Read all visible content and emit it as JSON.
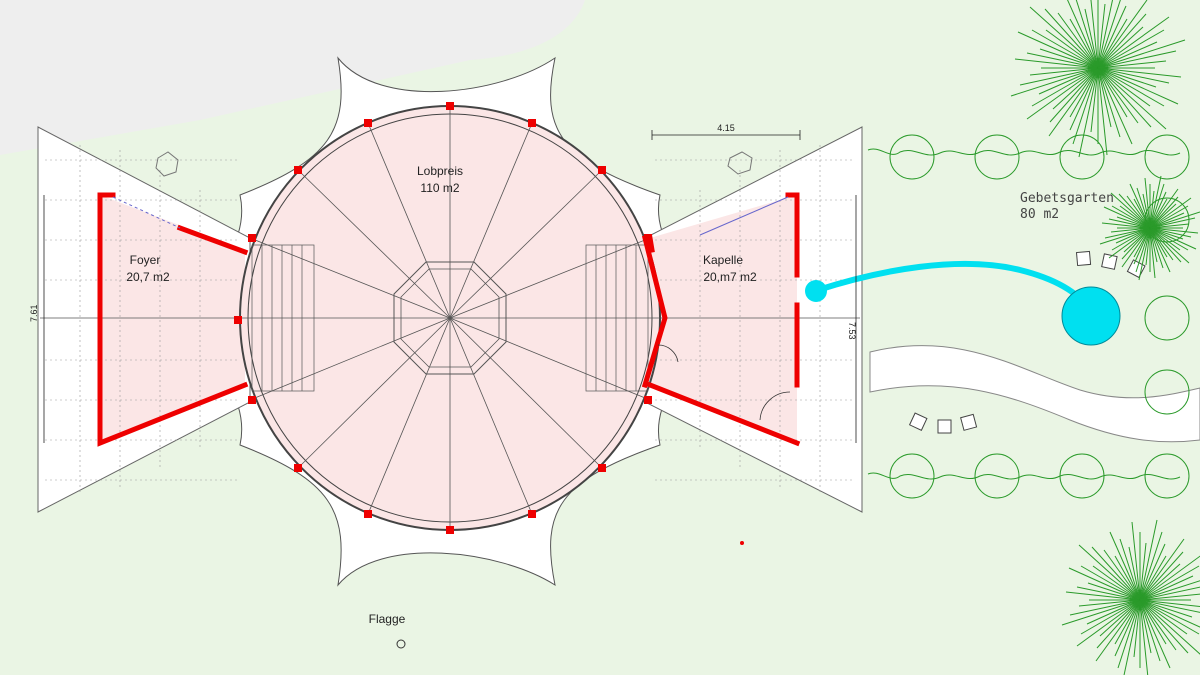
{
  "rooms": {
    "lobpreis": {
      "name": "Lobpreis",
      "area": "110 m2"
    },
    "foyer": {
      "name": "Foyer",
      "area": "20,7 m2"
    },
    "kapelle": {
      "name": "Kapelle",
      "area": "20,m7 m2"
    },
    "gebetsgarten": {
      "name": "Gebetsgarten",
      "area": "80 m2"
    }
  },
  "labels": {
    "flagge": "Flagge"
  },
  "dimensions": {
    "top_width": "4.15",
    "left_height": "7.61",
    "right_height": "7.53"
  },
  "colors": {
    "background": "#eaf5e4",
    "upper_left_area": "#eeeeee",
    "wall_red": "#ee0000",
    "room_fill": "#fbe6e6",
    "water": "#00e0f0",
    "trees": "#2a9a2a"
  }
}
